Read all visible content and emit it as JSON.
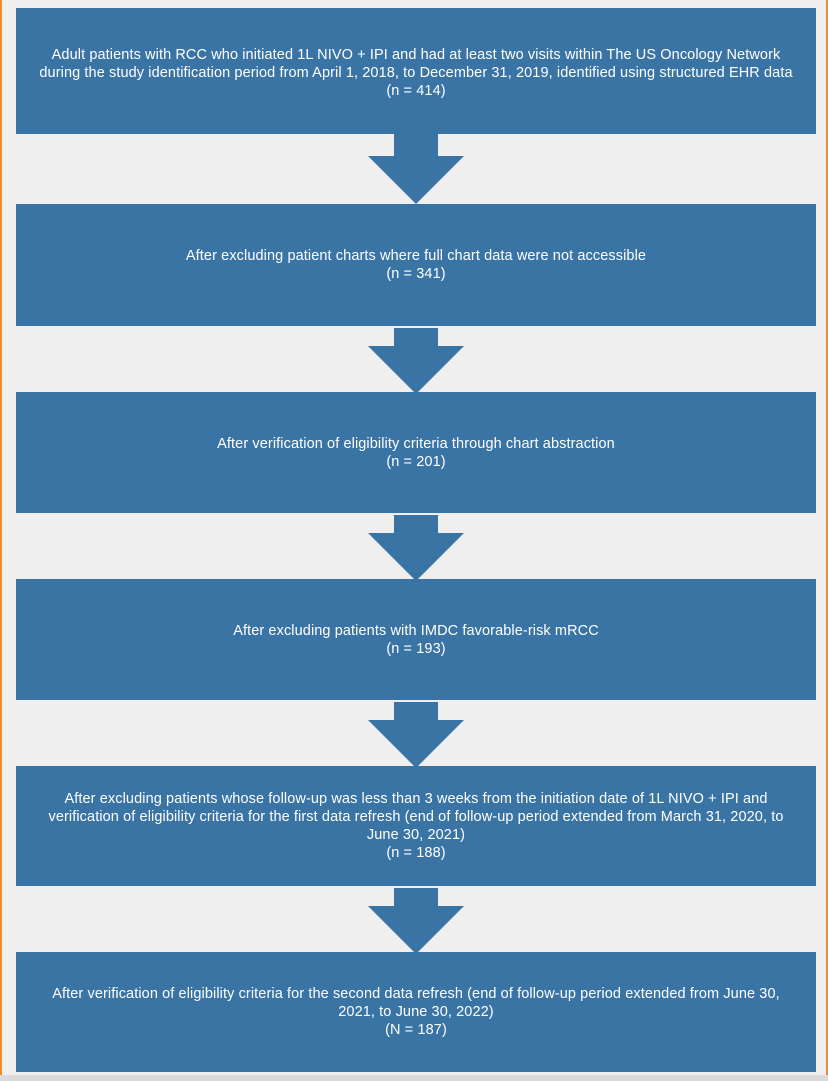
{
  "flowchart": {
    "steps": [
      {
        "text": "Adult patients with RCC who initiated 1L NIVO + IPI and had at least two visits within The US Oncology Network during the study identification period from April 1, 2018, to December 31, 2019, identified using structured EHR data",
        "count": "(n = 414)"
      },
      {
        "text": "After excluding patient charts where full chart data were not accessible",
        "count": "(n = 341)"
      },
      {
        "text": "After verification of eligibility criteria through chart abstraction",
        "count": "(n = 201)"
      },
      {
        "text": "After excluding patients with IMDC favorable-risk mRCC",
        "count": "(n = 193)"
      },
      {
        "text": "After excluding patients whose follow-up was less than 3 weeks from the initiation date of 1L NIVO + IPI and verification of eligibility criteria for the first data refresh (end of follow-up period extended from March 31, 2020, to June 30, 2021)",
        "count": "(n = 188)"
      },
      {
        "text": "After verification of eligibility criteria for the second data refresh (end of follow-up period extended from June 30, 2021, to June 30, 2022)",
        "count": "(N = 187)"
      }
    ]
  },
  "colors": {
    "box_fill": "#3a74a5",
    "box_text": "#ffffff",
    "background": "#efefef",
    "border_accent": "#f28a2e"
  }
}
